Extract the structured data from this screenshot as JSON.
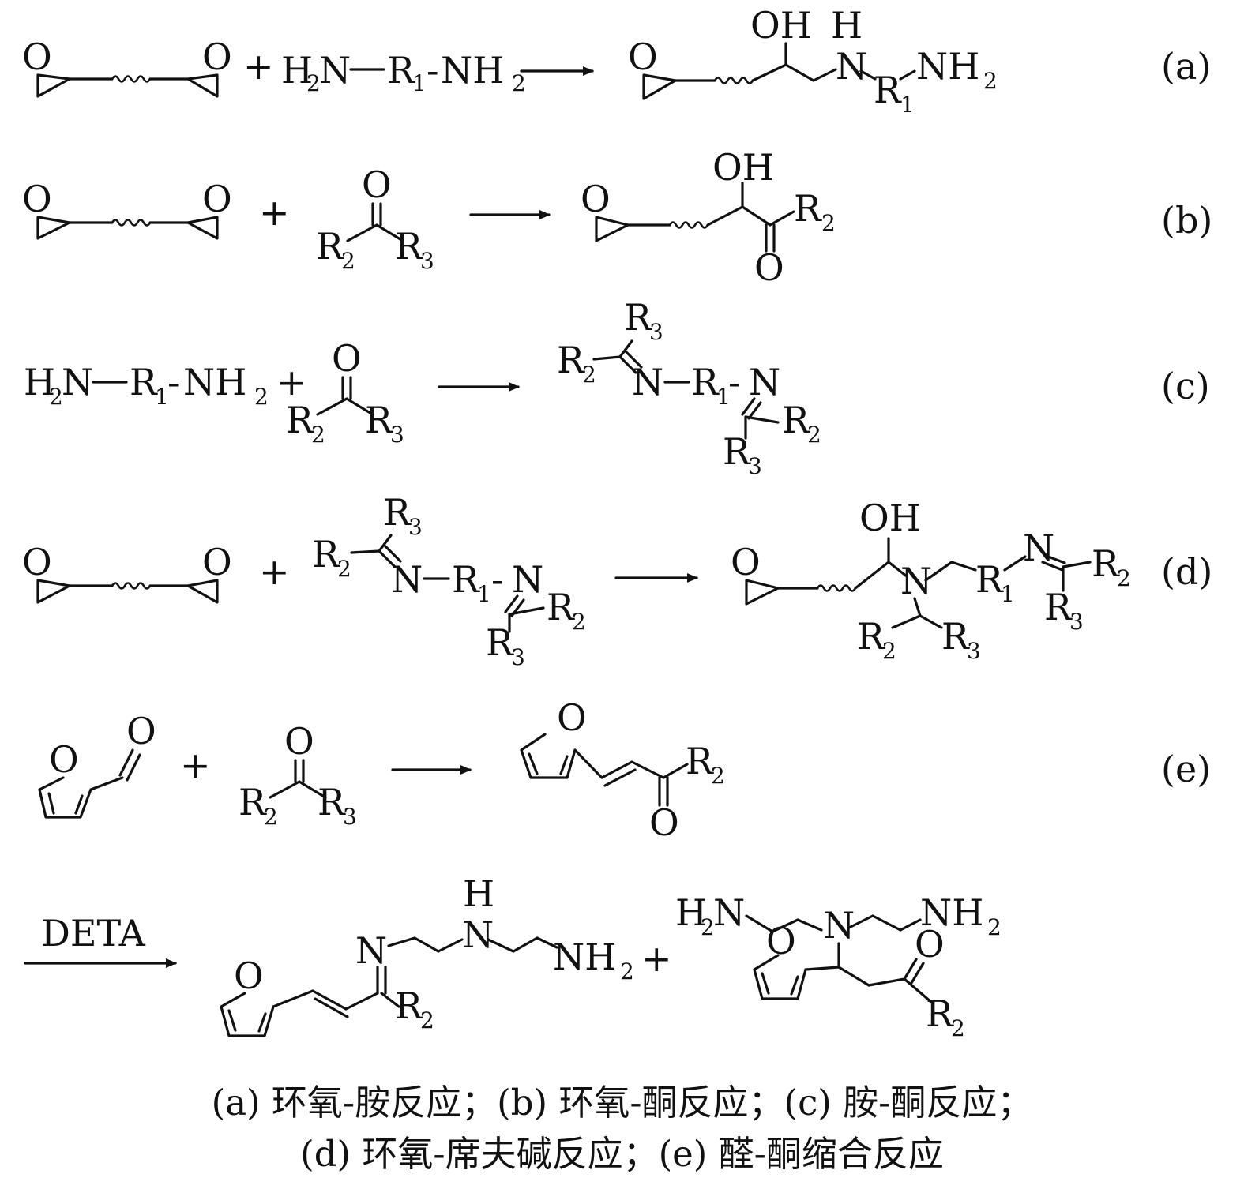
{
  "labels": {
    "a": "(a)",
    "b": "(b)",
    "c": "(c)",
    "d": "(d)",
    "e": "(e)"
  },
  "atoms": {
    "O": "O",
    "OH": "OH",
    "H": "H",
    "N": "N",
    "NH": "NH",
    "R": "R",
    "H2N": "H",
    "plus": "+",
    "dash": "-"
  },
  "subscripts": {
    "one": "1",
    "two": "2",
    "three": "3"
  },
  "reagent": "DETA",
  "caption": {
    "line1": "(a) 环氧-胺反应；(b) 环氧-酮反应；(c) 胺-酮反应；",
    "line2": "(d) 环氧-席夫碱反应；(e) 醛-酮缩合反应"
  }
}
